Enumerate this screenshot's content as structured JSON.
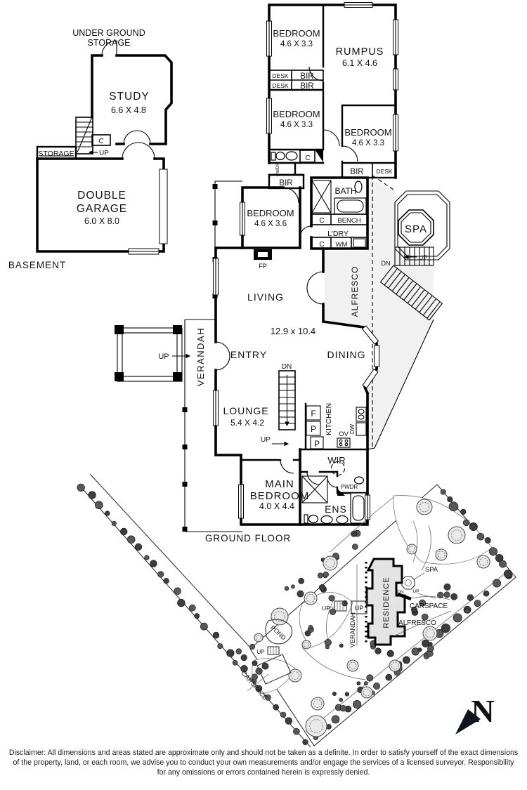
{
  "basement": {
    "section_label": "BASEMENT",
    "underground_line1": "UNDER GROUND",
    "underground_line2": "STORAGE",
    "study_name": "STUDY",
    "study_dim": "6.6 X 4.8",
    "storage_label": "STORAGE",
    "garage_name_line1": "DOUBLE",
    "garage_name_line2": "GARAGE",
    "garage_dim": "6.0 X 8.0"
  },
  "ground": {
    "section_label": "GROUND FLOOR",
    "bedroom1_name": "BEDROOM",
    "bedroom1_dim": "4.6 X 3.3",
    "rumpus_name": "RUMPUS",
    "rumpus_dim": "6.1 X 4.6",
    "bedroom2_name": "BEDROOM",
    "bedroom2_dim": "4.6 X 3.3",
    "bedroom3_name": "BEDROOM",
    "bedroom3_dim": "4.6 X 3.3",
    "bedroom4_name": "BEDROOM",
    "bedroom4_dim": "4.6 X 3.6",
    "living_name": "LIVING",
    "living_dining_dim": "12.9 x 10.4",
    "entry_name": "ENTRY",
    "dining_name": "DINING",
    "lounge_name": "LOUNGE",
    "lounge_dim": "5.4 X 4.2",
    "main_bedroom_line1": "MAIN",
    "main_bedroom_line2": "BEDROOM",
    "main_bedroom_dim": "4.0 X 4.4",
    "kitchen_name": "KITCHEN",
    "bath_name": "BATH",
    "bench_label": "BENCH",
    "laundry_name": "L'DRY",
    "ens_name": "ENS",
    "wir_name": "WIR",
    "alfresco_name": "ALFRESCO",
    "verandah_name": "VERANDAH",
    "spa_name": "SPA"
  },
  "labels": {
    "bir": "BIR",
    "desk": "DESK",
    "cupboard": "C",
    "up": "UP",
    "down": "DN",
    "pwdr": "PWDR",
    "wm": "WM",
    "fp": "FP",
    "fridge": "F",
    "pantry": "P",
    "oven": "OV",
    "dishwasher": "DW"
  },
  "site": {
    "residence": "RESIDENCE",
    "verandah": "VERANDAH",
    "pond": "POND",
    "spa": "SPA",
    "carspace": "CARSPACE",
    "alfresco": "ALFRESCO",
    "up": "UP",
    "down": "DN"
  },
  "compass": {
    "north": "N"
  },
  "disclaimer": {
    "line1": "Disclaimer: All dimensions and areas stated are approximate only and should not be taken as a definite. In order to satisfy yourself of the exact dimensions",
    "line2": "of the property, land, or each room, we advise you to conduct your own measurements and/or engage the services of a licensed surveyor. Responsibility",
    "line3": "for any omissions or errors contained herein is expressly denied."
  }
}
